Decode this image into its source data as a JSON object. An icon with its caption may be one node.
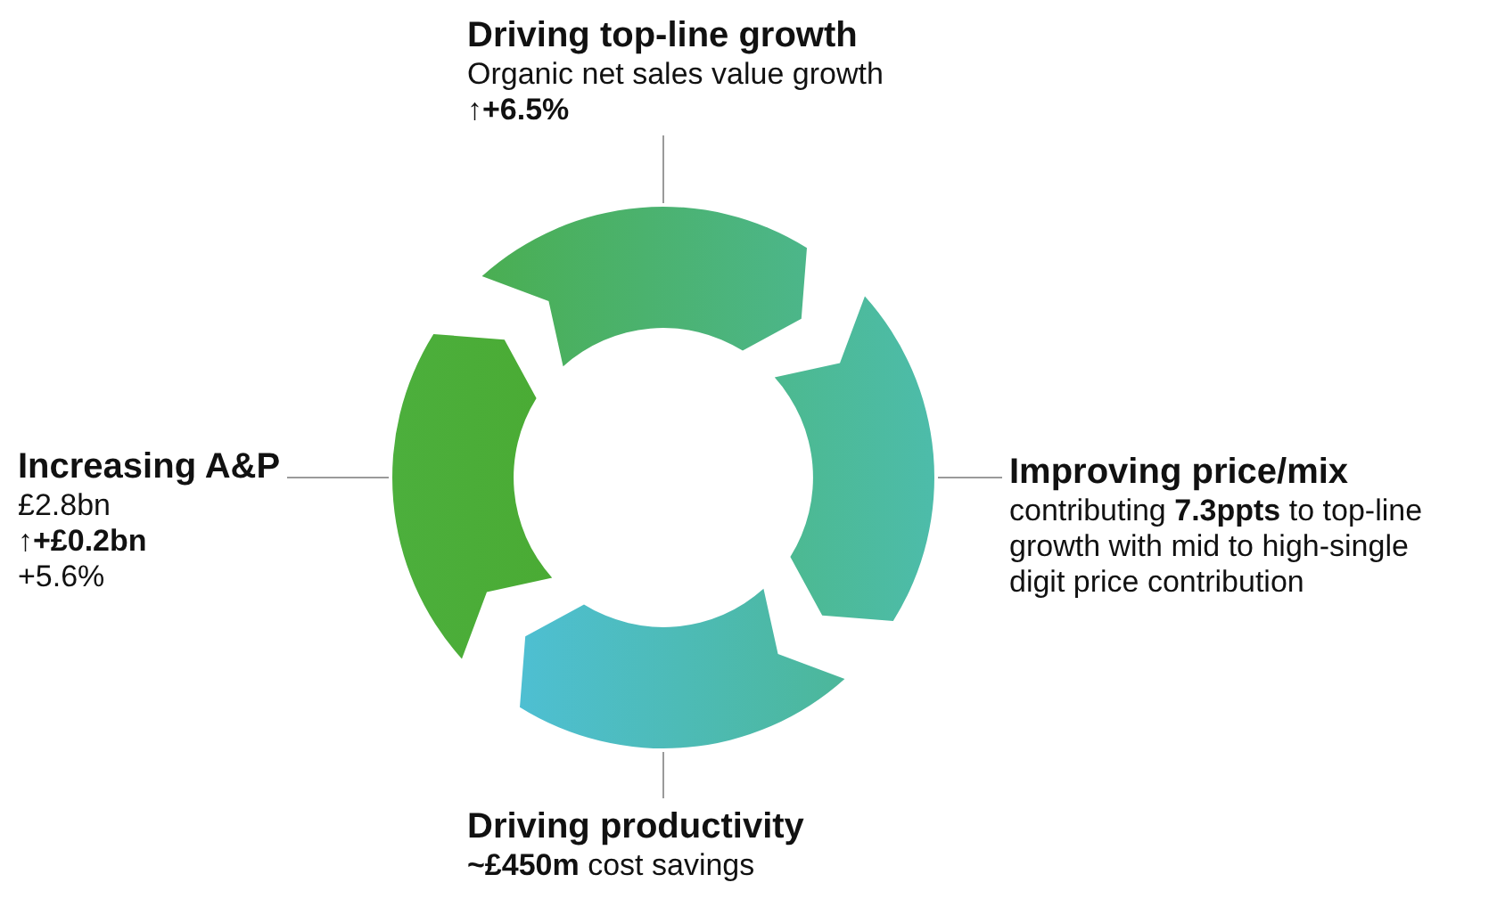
{
  "diagram": {
    "nodes": [
      {
        "text": [
          "Driving top-line growth",
          "Organic net sales value growth",
          "↑**+6.5%**"
        ]
      },
      {
        "text": [
          "Improving price/mix",
          "contributing **7.3ppts** to top-line growth with mid to high-single digit price contribution"
        ]
      },
      {
        "text": [
          "Driving productivity",
          "**~£450m** cost savings"
        ]
      },
      {
        "text": [
          "Increasing A&P",
          "£2.8bn",
          "↑**+£0.2bn**",
          "+5.6%"
        ]
      },
      {
        "text": [],
        "shape": "arrow"
      },
      {
        "text": [],
        "shape": "arrow"
      },
      {
        "text": [],
        "shape": "arrow"
      },
      {
        "text": [],
        "shape": "arrow"
      }
    ],
    "edges": [
      {
        "from": 0,
        "to": 4,
        "arrow": "none"
      },
      {
        "from": 1,
        "to": 5,
        "arrow": "none"
      },
      {
        "from": 2,
        "to": 6,
        "arrow": "none"
      },
      {
        "from": 3,
        "to": 7,
        "arrow": "none"
      }
    ]
  }
}
